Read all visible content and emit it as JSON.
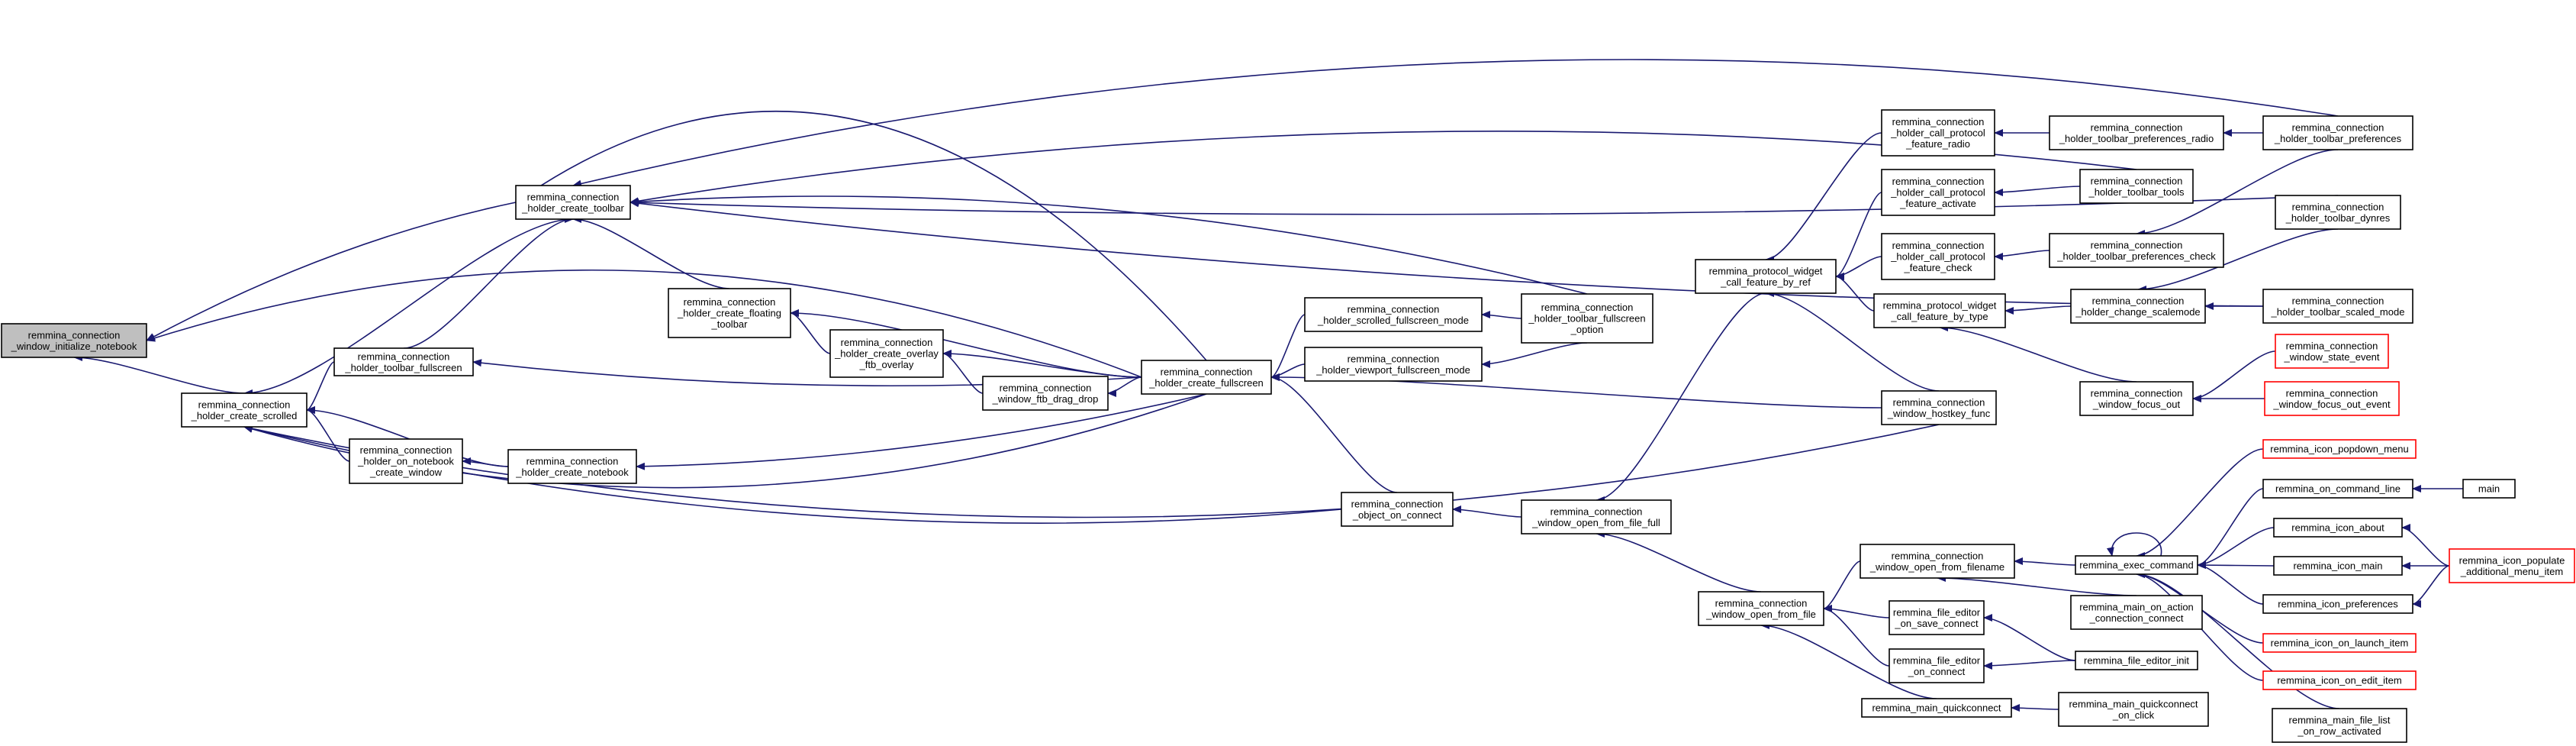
{
  "colors": {
    "edge": "#191970",
    "node_border": "#000000",
    "node_fill": "#ffffff",
    "start_fill": "#bfbfbf",
    "external_border": "#ff0000"
  },
  "nodes": {
    "initialize_notebook": {
      "lines": [
        "remmina_connection",
        "_window_initialize_notebook"
      ]
    },
    "create_scrolled": {
      "lines": [
        "remmina_connection",
        "_holder_create_scrolled"
      ]
    },
    "create_toolbar": {
      "lines": [
        "remmina_connection",
        "_holder_create_toolbar"
      ]
    },
    "toolbar_fullscreen": {
      "lines": [
        "remmina_connection",
        "_holder_toolbar_fullscreen"
      ]
    },
    "on_notebook_create_window": {
      "lines": [
        "remmina_connection",
        "_holder_on_notebook",
        "_create_window"
      ]
    },
    "create_notebook": {
      "lines": [
        "remmina_connection",
        "_holder_create_notebook"
      ]
    },
    "create_floating_toolbar": {
      "lines": [
        "remmina_connection",
        "_holder_create_floating",
        "_toolbar"
      ]
    },
    "create_overlay_ftb_overlay": {
      "lines": [
        "remmina_connection",
        "_holder_create_overlay",
        "_ftb_overlay"
      ]
    },
    "window_ftb_drag_drop": {
      "lines": [
        "remmina_connection",
        "_window_ftb_drag_drop"
      ]
    },
    "create_fullscreen": {
      "lines": [
        "remmina_connection",
        "_holder_create_fullscreen"
      ]
    },
    "scrolled_fullscreen_mode": {
      "lines": [
        "remmina_connection",
        "_holder_scrolled_fullscreen_mode"
      ]
    },
    "viewport_fullscreen_mode": {
      "lines": [
        "remmina_connection",
        "_holder_viewport_fullscreen_mode"
      ]
    },
    "toolbar_fullscreen_option": {
      "lines": [
        "remmina_connection",
        "_holder_toolbar_fullscreen",
        "_option"
      ]
    },
    "object_on_connect": {
      "lines": [
        "remmina_connection",
        "_object_on_connect"
      ]
    },
    "open_from_file_full": {
      "lines": [
        "remmina_connection",
        "_window_open_from_file_full"
      ]
    },
    "call_feature_by_ref": {
      "lines": [
        "remmina_protocol_widget",
        "_call_feature_by_ref"
      ]
    },
    "call_feature_by_type": {
      "lines": [
        "remmina_protocol_widget",
        "_call_feature_by_type"
      ]
    },
    "call_protocol_feature_radio": {
      "lines": [
        "remmina_connection",
        "_holder_call_protocol",
        "_feature_radio"
      ]
    },
    "call_protocol_feature_activate": {
      "lines": [
        "remmina_connection",
        "_holder_call_protocol",
        "_feature_activate"
      ]
    },
    "call_protocol_feature_check": {
      "lines": [
        "remmina_connection",
        "_holder_call_protocol",
        "_feature_check"
      ]
    },
    "toolbar_preferences_radio": {
      "lines": [
        "remmina_connection",
        "_holder_toolbar_preferences_radio"
      ]
    },
    "toolbar_tools": {
      "lines": [
        "remmina_connection",
        "_holder_toolbar_tools"
      ]
    },
    "toolbar_preferences_check": {
      "lines": [
        "remmina_connection",
        "_holder_toolbar_preferences_check"
      ]
    },
    "toolbar_preferences": {
      "lines": [
        "remmina_connection",
        "_holder_toolbar_preferences"
      ]
    },
    "toolbar_dynres": {
      "lines": [
        "remmina_connection",
        "_holder_toolbar_dynres"
      ]
    },
    "change_scalemode": {
      "lines": [
        "remmina_connection",
        "_holder_change_scalemode"
      ]
    },
    "toolbar_scaled_mode": {
      "lines": [
        "remmina_connection",
        "_holder_toolbar_scaled_mode"
      ]
    },
    "window_focus_out": {
      "lines": [
        "remmina_connection",
        "_window_focus_out"
      ]
    },
    "window_state_event": {
      "lines": [
        "remmina_connection",
        "_window_state_event"
      ]
    },
    "window_focus_out_event": {
      "lines": [
        "remmina_connection",
        "_window_focus_out_event"
      ]
    },
    "window_hostkey_func": {
      "lines": [
        "remmina_connection",
        "_window_hostkey_func"
      ]
    },
    "open_from_file": {
      "lines": [
        "remmina_connection",
        "_window_open_from_file"
      ]
    },
    "open_from_filename": {
      "lines": [
        "remmina_connection",
        "_window_open_from_filename"
      ]
    },
    "file_editor_on_save_connect": {
      "lines": [
        "remmina_file_editor",
        "_on_save_connect"
      ]
    },
    "file_editor_on_connect": {
      "lines": [
        "remmina_file_editor",
        "_on_connect"
      ]
    },
    "main_quickconnect": {
      "lines": [
        "remmina_main_quickconnect"
      ]
    },
    "main_quickconnect_on_click": {
      "lines": [
        "remmina_main_quickconnect",
        "_on_click"
      ]
    },
    "exec_command": {
      "lines": [
        "remmina_exec_command"
      ]
    },
    "main_on_action_connection_connect": {
      "lines": [
        "remmina_main_on_action",
        "_connection_connect"
      ]
    },
    "file_editor_init": {
      "lines": [
        "remmina_file_editor_init"
      ]
    },
    "icon_popdown_menu": {
      "lines": [
        "remmina_icon_popdown_menu"
      ]
    },
    "on_command_line": {
      "lines": [
        "remmina_on_command_line"
      ]
    },
    "main": {
      "lines": [
        "main"
      ]
    },
    "icon_about": {
      "lines": [
        "remmina_icon_about"
      ]
    },
    "icon_main": {
      "lines": [
        "remmina_icon_main"
      ]
    },
    "icon_preferences": {
      "lines": [
        "remmina_icon_preferences"
      ]
    },
    "icon_populate_additional_menu_item": {
      "lines": [
        "remmina_icon_populate",
        "_additional_menu_item"
      ]
    },
    "icon_on_launch_item": {
      "lines": [
        "remmina_icon_on_launch_item"
      ]
    },
    "icon_on_edit_item": {
      "lines": [
        "remmina_icon_on_edit_item"
      ]
    },
    "main_file_list_on_row_activated": {
      "lines": [
        "remmina_main_file_list",
        "_on_row_activated"
      ]
    }
  }
}
